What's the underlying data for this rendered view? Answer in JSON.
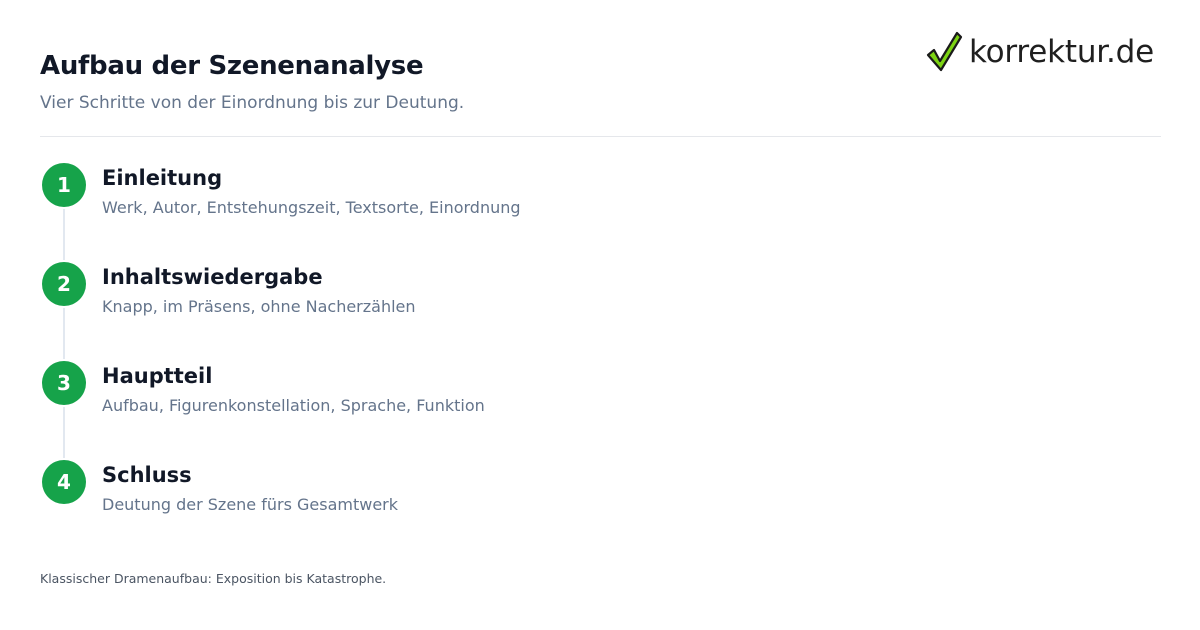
{
  "header": {
    "title": "Aufbau der Szenenanalyse",
    "subtitle": "Vier Schritte von der Einordnung bis zur Deutung."
  },
  "logo": {
    "text": "korrektur.de",
    "icon": "checkmark-icon",
    "icon_color": "#7cd313"
  },
  "steps": [
    {
      "number": "1",
      "title": "Einleitung",
      "description": "Werk, Autor, Entstehungszeit, Textsorte, Einordnung"
    },
    {
      "number": "2",
      "title": "Inhaltswiedergabe",
      "description": "Knapp, im Präsens, ohne Nacherzählen"
    },
    {
      "number": "3",
      "title": "Hauptteil",
      "description": "Aufbau, Figurenkonstellation, Sprache, Funktion"
    },
    {
      "number": "4",
      "title": "Schluss",
      "description": "Deutung der Szene fürs Gesamtwerk"
    }
  ],
  "footnote": "Klassischer Dramenaufbau: Exposition bis Katastrophe.",
  "colors": {
    "accent": "#16a34a",
    "title_text": "#111827",
    "muted_text": "#64748b",
    "divider": "#e5e7eb"
  }
}
